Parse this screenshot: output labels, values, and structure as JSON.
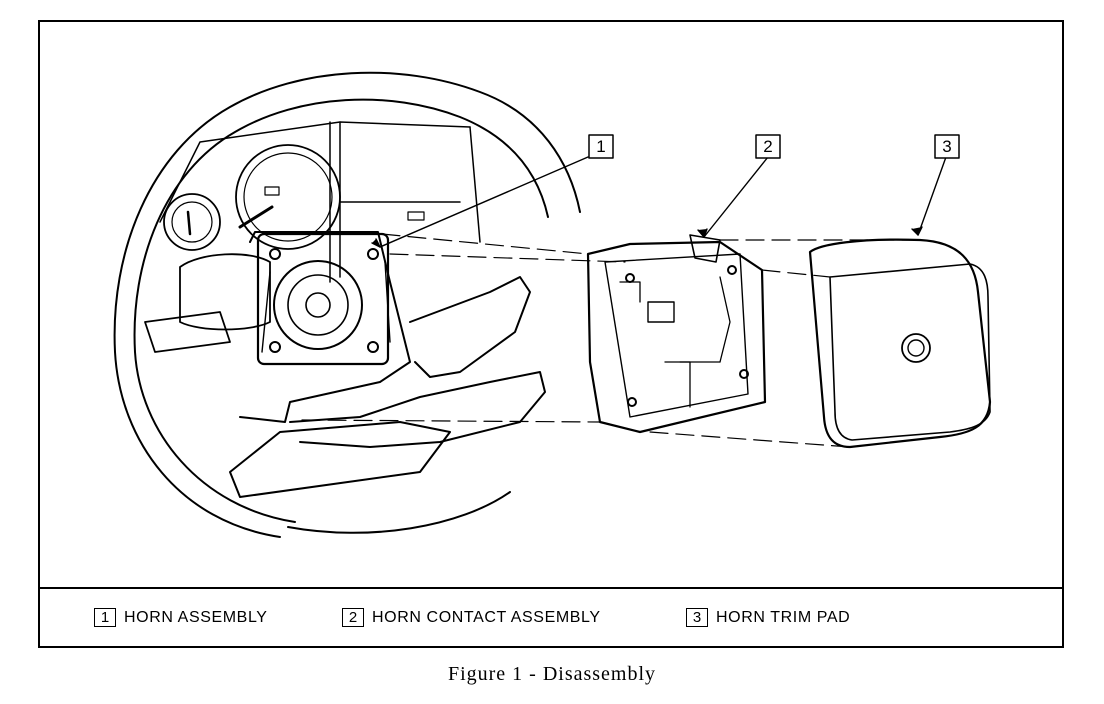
{
  "callouts": [
    {
      "number": "1"
    },
    {
      "number": "2"
    },
    {
      "number": "3"
    }
  ],
  "legend": [
    {
      "number": "1",
      "label": "HORN ASSEMBLY"
    },
    {
      "number": "2",
      "label": "HORN CONTACT ASSEMBLY"
    },
    {
      "number": "3",
      "label": "HORN TRIM PAD"
    }
  ],
  "caption": "Figure 1 - Disassembly",
  "colors": {
    "ink": "#000000",
    "paper": "#ffffff"
  }
}
